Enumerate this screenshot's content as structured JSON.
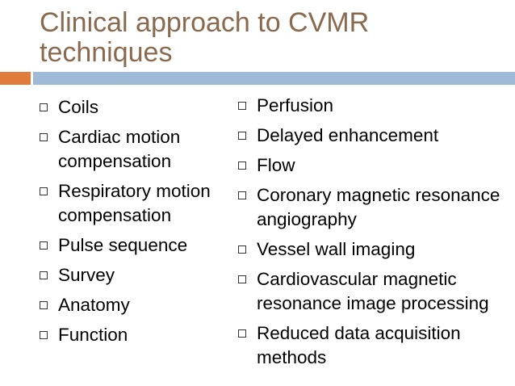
{
  "slide": {
    "title": "Clinical approach to CVMR techniques",
    "accent_colors": {
      "orange": "#e07b3c",
      "blue": "#9fbad6",
      "title": "#8a6a4f"
    },
    "left_column": [
      "Coils",
      "Cardiac motion compensation",
      "Respiratory motion compensation",
      "Pulse sequence",
      "Survey",
      "Anatomy",
      "Function"
    ],
    "right_column": [
      "Perfusion",
      "Delayed enhancement",
      "Flow",
      "Coronary magnetic resonance angiography",
      "Vessel wall imaging",
      "Cardiovascular magnetic resonance image processing",
      "Reduced data acquisition methods"
    ]
  }
}
